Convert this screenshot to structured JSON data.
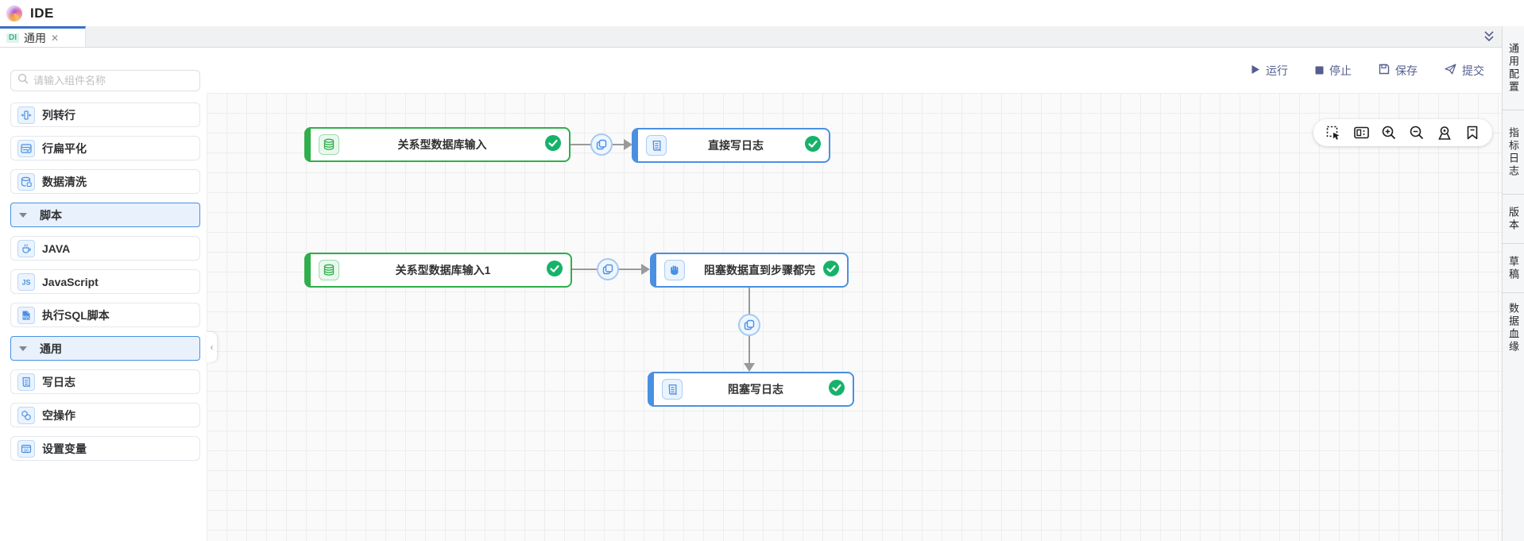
{
  "header": {
    "app_title": "IDE"
  },
  "tab_bar": {
    "tab": {
      "badge": "DI",
      "label": "通用"
    }
  },
  "icons": {
    "tab_close": "✕",
    "sidebar_collapse": "‹"
  },
  "sidebar": {
    "search_placeholder": "请输入组件名称",
    "items": [
      {
        "type": "component",
        "label": "列转行",
        "icon": "column-to-row-icon"
      },
      {
        "type": "component",
        "label": "行扁平化",
        "icon": "row-flatten-icon"
      },
      {
        "type": "component",
        "label": "数据清洗",
        "icon": "data-clean-icon"
      },
      {
        "type": "group",
        "label": "脚本"
      },
      {
        "type": "component",
        "label": "JAVA",
        "icon": "java-icon"
      },
      {
        "type": "component",
        "label": "JavaScript",
        "icon": "javascript-icon"
      },
      {
        "type": "component",
        "label": "执行SQL脚本",
        "icon": "sql-file-icon"
      },
      {
        "type": "group",
        "label": "通用"
      },
      {
        "type": "component",
        "label": "写日志",
        "icon": "write-log-icon"
      },
      {
        "type": "component",
        "label": "空操作",
        "icon": "noop-icon"
      },
      {
        "type": "component",
        "label": "设置变量",
        "icon": "set-variable-icon"
      }
    ]
  },
  "toolbar": {
    "run": "运行",
    "stop": "停止",
    "save": "保存",
    "submit": "提交"
  },
  "canvas": {
    "nodes": [
      {
        "id": "n1",
        "label": "关系型数据库输入",
        "color": "green",
        "icon": "database-icon",
        "status": "success"
      },
      {
        "id": "n2",
        "label": "直接写日志",
        "color": "blue",
        "icon": "log-icon",
        "status": "success"
      },
      {
        "id": "n3",
        "label": "关系型数据库输入1",
        "color": "green",
        "icon": "database-icon",
        "status": "success"
      },
      {
        "id": "n4",
        "label": "阻塞数据直到步骤都完",
        "color": "blue",
        "icon": "hand-icon",
        "status": "success"
      },
      {
        "id": "n5",
        "label": "阻塞写日志",
        "color": "blue",
        "icon": "log-icon",
        "status": "success"
      }
    ],
    "edges": [
      {
        "from": "n1",
        "to": "n2",
        "hop_icon": "copy-distribute-icon"
      },
      {
        "from": "n3",
        "to": "n4",
        "hop_icon": "copy-distribute-icon"
      },
      {
        "from": "n4",
        "to": "n5",
        "hop_icon": "copy-distribute-icon"
      }
    ],
    "tools": [
      "marquee-select",
      "minimap",
      "zoom-in",
      "zoom-out",
      "locate",
      "bookmark"
    ]
  },
  "right_panel": {
    "tabs": [
      "通用配置",
      "指标日志",
      "版本",
      "草稿",
      "数据血缘"
    ]
  },
  "colors": {
    "node_green": "#2fae49",
    "node_blue": "#4a90e2",
    "success_check": "#17b26a",
    "action_slate": "#555e8f",
    "tab_indicator": "#3a70c6"
  }
}
